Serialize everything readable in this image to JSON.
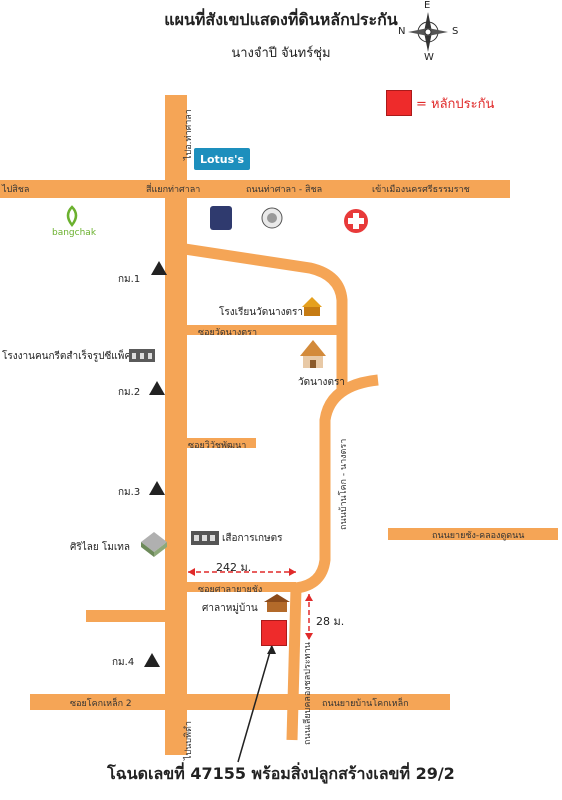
{
  "title": "แผนที่สังเขปแสดงที่ดินหลักประกัน",
  "owner": "นางจำปี จันทร์ชุ่ม",
  "compass": {
    "n": "N",
    "s": "S",
    "e": "E",
    "w": "W"
  },
  "legend": {
    "symbol_label": "= หลักประกัน",
    "color": "#ee2b2b"
  },
  "brands": {
    "lotus": "Lotus's",
    "bangchak": "bangchak"
  },
  "roads": {
    "vertical_main_top": "ไปอ.ท่าศาลา",
    "vertical_main_bottom": "ไปนบพิตำ",
    "left_sichon": "ไปสิชล",
    "junction": "สี่แยกท่าศาลา",
    "highway_tha_sala_sichon": "ถนนท่าศาลา - สิชล",
    "to_nakhon": "เข้าเมืองนครศรีธรรมราช",
    "soi_wat_nang_dra": "ซอยวัดนางตรา",
    "soi_wichai": "ซอยวิวัชพัฒนา",
    "soi_sala": "ซอยศาลายายชัง",
    "road_right_bang_chang": "ถนนยายชัง-คลองดูดนน",
    "road_bottom_left": "ซอยโคกเหล็ก 2",
    "road_bottom_right": "ถนนยายบ้านโคกเหล็ก",
    "road_curve_vertical": "ถนนบ้านโคก - นางตรา",
    "road_lower_vertical": "ถนนเลียบคลองชลประทาน"
  },
  "km_markers": [
    "กม.1",
    "กม.2",
    "กม.3",
    "กม.4"
  ],
  "landmarks": {
    "school": "โรงเรียนวัดนางตรา",
    "temple": "วัดนางตรา",
    "factory": "โรงงานคนกรีตสำเร็จรูปซีแพ็ค",
    "clinic": "ศิริไลย โมเทล",
    "agri": "เสือการเกษตร",
    "sala": "ศาลาหมู่บ้าน"
  },
  "distances": {
    "horizontal": "242 ม.",
    "vertical": "28 ม."
  },
  "footer": "โฉนดเลขที่ 47155 พร้อมสิ่งปลูกสร้างเลขที่ 29/2"
}
